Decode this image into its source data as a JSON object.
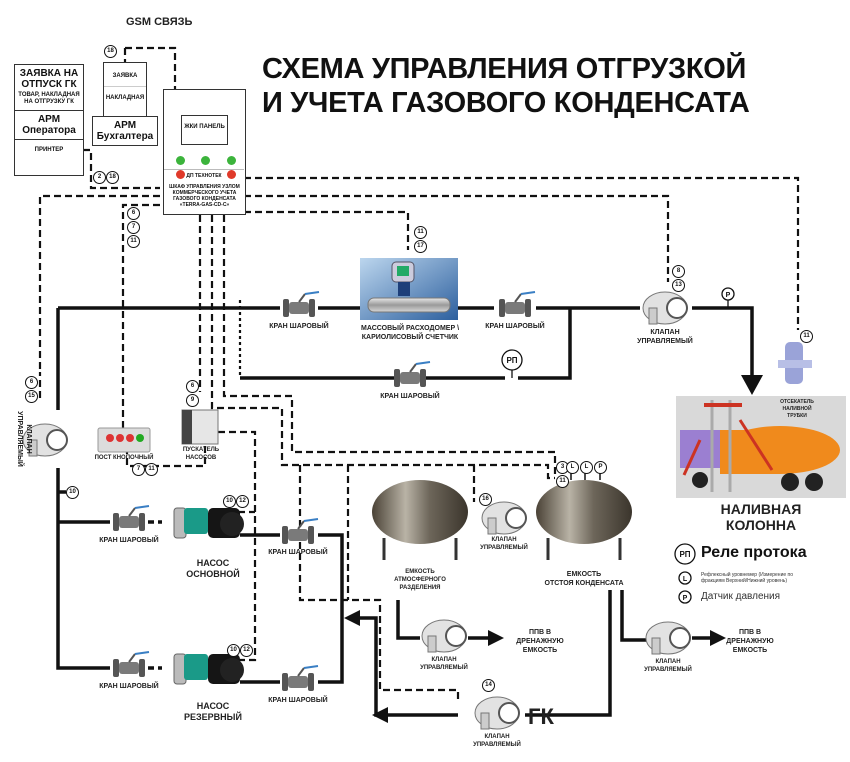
{
  "title": {
    "line1": "СХЕМА УПРАВЛЕНИЯ ОТГРУЗКОЙ",
    "line2": "И УЧЕТА ГАЗОВОГО КОНДЕНСАТА"
  },
  "gsm_label": "GSM СВЯЗЬ",
  "operator_station": {
    "request_title": "ЗАЯВКА НА ОТПУСК ГК",
    "request_sub": "ТОВАР, НАКЛАДНАЯ НА ОТГРУЗКУ ГК",
    "arm": "АРМ Оператора",
    "printer": "ПРИНТЕР"
  },
  "accountant_station": {
    "request": "ЗАЯВКА",
    "invoice": "НАКЛАДНАЯ",
    "arm": "АРМ Бухгалтера"
  },
  "control_cabinet": {
    "lcd": "ЖКИ ПАНЕЛЬ",
    "brand": "ДП ТЕХНОТЕК",
    "caption": "ШКАФ УПРАВЛЕНИЯ УЗЛОМ КОММЕРЧЕСКОГО УЧЕТА ГАЗОВОГО КОНДЕНСАТА «TERRA-GAS-CD-C»",
    "indicator_colors": {
      "green": "#3cb43c",
      "red": "#e03a2a"
    }
  },
  "tags": {
    "gsm": "18",
    "operator_a": "2",
    "operator_b": "18",
    "panel_a": "6",
    "panel_b": "7",
    "panel_c": "11",
    "meter_a": "11",
    "meter_b": "17",
    "valve_top_a": "8",
    "valve_top_b": "13",
    "cutoff": "11",
    "left_valve_a": "6",
    "left_valve_b": "15",
    "starter_a": "6",
    "starter_b": "9",
    "button_a": "7",
    "button_b": "11",
    "pressure_left": "10",
    "pump_main_a": "10",
    "pump_main_b": "12",
    "pump_res_a": "10",
    "pump_res_b": "12",
    "tank_valve": "16",
    "tank2_a": "3",
    "tank2_b": "11",
    "return_valve": "14",
    "sensor_l": "L",
    "sensor_p": "P",
    "flow_relay": "РП"
  },
  "components": {
    "ball_valve": "КРАН ШАРОВЫЙ",
    "mass_meter_line1": "МАССОВЫЙ РАСХОДОМЕР \\",
    "mass_meter_line2": "КАРИОЛИСОВЫЙ СЧЕТЧИК",
    "controlled_valve": "КЛАПАН УПРАВЛЯЕМЫЙ",
    "cutoff_line1": "ОТСЕКАТЕЛЬ",
    "cutoff_line2": "НАЛИВНОЙ",
    "cutoff_line3": "ТРУБКИ",
    "loading_column_line1": "НАЛИВНАЯ",
    "loading_column_line2": "КОЛОННА",
    "button_post": "ПОСТ КНОПОЧНЫЙ",
    "starter_line1": "ПУСКАТЕЛЬ",
    "starter_line2": "НАСОСОВ",
    "pump_main_line1": "НАСОС",
    "pump_main_line2": "ОСНОВНОЙ",
    "pump_reserve_line1": "НАСОС",
    "pump_reserve_line2": "РЕЗЕРВНЫЙ",
    "tank1_line1": "ЕМКОСТЬ",
    "tank1_line2": "АТМОСФЕРНОГО",
    "tank1_line3": "РАЗДЕЛЕНИЯ",
    "tank2_line1": "ЕМКОСТЬ",
    "tank2_line2": "ОТСТОЯ КОНДЕНСАТА",
    "drain_line1": "ППВ В",
    "drain_line2": "ДРЕНАЖНУЮ",
    "drain_line3": "ЕМКОСТЬ",
    "gk_label": "ГК"
  },
  "legend": {
    "flow_relay": "Реле протока",
    "level_sensor": "Рефлексный уровнемер (Измерение по фракциям Верхний/Нижний уровень)",
    "pressure_sensor": "Датчик давления"
  },
  "colors": {
    "pipe": "#111111",
    "signal": "#111111",
    "tanker_orange": "#f08a1c",
    "meter_blue": "#2f6fb5",
    "pump_teal": "#1a9a88"
  }
}
